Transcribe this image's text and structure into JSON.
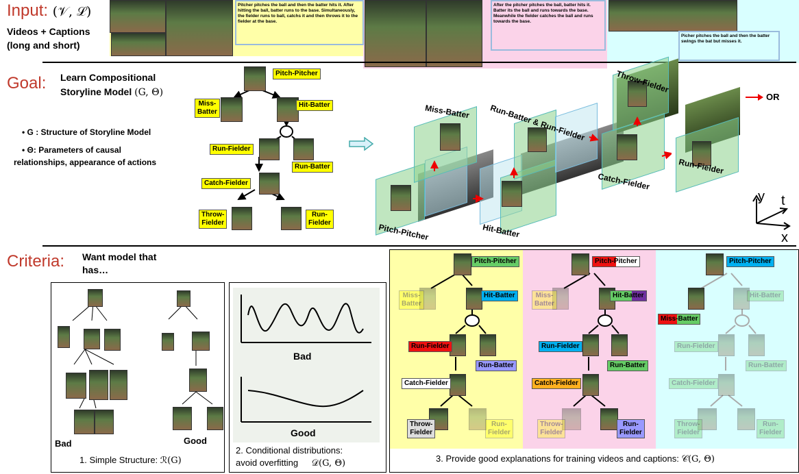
{
  "input": {
    "title": "Input:",
    "math": "(𝒱, ℒ)",
    "sub1": "Videos + Captions",
    "sub2": "(long and short)",
    "captions": [
      "Pitcher pitches the ball and then the batter hits it. After hitting the ball, batter runs to the base. Simultaneously, the fielder runs to ball, catchs it and then throws it to the fielder at the base.",
      "After the pitcher pitches the ball, batter hits it. Batter its the ball and runs towards the base. Meanwhile the fielder catches the ball and runs towards the base.",
      "Picher pitches the ball and then the batter swings the bat but misses it."
    ]
  },
  "goal": {
    "title": "Goal:",
    "line1": "Learn Compositional",
    "line2": "Storyline Model",
    "math": "(G, Θ)",
    "bullet1": "• G : Structure of Storyline Model",
    "bullet2": "• Θ: Parameters of causal",
    "bullet2b": "relationships, appearance of actions",
    "or": "OR"
  },
  "tree": {
    "pitch": "Pitch-Pitcher",
    "miss1": "Miss-",
    "miss2": "Batter",
    "hit": "Hit-Batter",
    "runfielder": "Run-Fielder",
    "runbatter": "Run-Batter",
    "catch": "Catch-Fielder",
    "throw1": "Throw-",
    "throw2": "Fielder",
    "run1": "Run-",
    "run2": "Fielder"
  },
  "scene": {
    "miss": "Miss-Batter",
    "runboth": "Run-Batter & Run-Fielder",
    "throw": "Throw-Fielder",
    "runfielder": "Run-Fielder",
    "catch": "Catch-Fielder",
    "pitch": "Pitch-Pitcher",
    "hit": "Hit-Batter",
    "axis_y": "y",
    "axis_t": "t",
    "axis_x": "x"
  },
  "criteria": {
    "title": "Criteria:",
    "sub1": "Want model  that",
    "sub2": "has…",
    "bad": "Bad",
    "good": "Good",
    "c1": "1. Simple Structure:",
    "c1m": "ℛ(G)",
    "c2a": "2. Conditional distributions:",
    "c2b": "avoid overfitting",
    "c2m": "𝒟(G, Θ)",
    "plotbad": "Bad",
    "plotgood": "Good",
    "c3": "3. Provide good explanations for training videos and captions:",
    "c3m": "𝒞(G, Θ)"
  },
  "panels": {
    "p1": {
      "pitch": "Pitch-Pitcher",
      "miss": "Miss-",
      "miss2": "Batter",
      "hit": "Hit-Batter",
      "rf": "Run-Fielder",
      "rb": "Run-Batter",
      "cf": "Catch-Fielder",
      "t1": "Throw-",
      "t2": "Fielder",
      "r1": "Run-",
      "r2": "Fielder"
    },
    "p2": {
      "pitch1": "Pitch-",
      "pitch2": "Pitcher",
      "miss": "Miss-",
      "miss2": "Batter",
      "hit": "Hit-Batter",
      "rf": "Run-Fielder",
      "rb": "Run-Batter",
      "cf": "Catch-Fielder",
      "t1": "Throw-",
      "t2": "Fielder",
      "r1": "Run-",
      "r2": "Fielder"
    },
    "p3": {
      "pitch": "Pitch-Pitcher",
      "miss1": "Miss-B",
      "miss2": "atter",
      "hit": "Hit-Batter",
      "rf": "Run-Fielder",
      "rb": "Run-Batter",
      "cf": "Catch-Fielder",
      "t1": "Throw-",
      "t2": "Fielder",
      "r1": "Run-",
      "r2": "Fielder"
    }
  }
}
